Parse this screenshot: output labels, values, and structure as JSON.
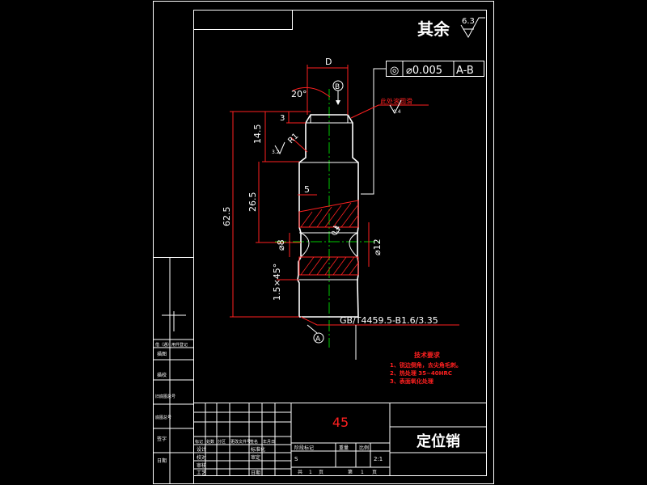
{
  "roughness": {
    "label": "其余",
    "value": "6.3"
  },
  "tolerance": {
    "symbol": "◎",
    "value": "⌀0.005",
    "datum": "A-B"
  },
  "datums": {
    "b": "B",
    "a": "A"
  },
  "dims": {
    "d": "D",
    "angle": "20°",
    "d3": "3",
    "d145": "14.5",
    "r1": "R1",
    "rough_r1": "3.2",
    "d265": "26.5",
    "d625": "62.5",
    "d5": "5",
    "phi8": "⌀8",
    "phi12": "⌀12",
    "chamfer": "1.5×45°",
    "angle_rough": "0.4",
    "top_rough": "0.4",
    "note_grind": "此处滚圆滑",
    "standard": "GB/T4459.5-B1.6/3.35"
  },
  "tech": {
    "title": "技术要求",
    "items": [
      "1、锐边倒角，去尖角毛刺。",
      "2、热处理 35~40HRC",
      "3、表面氧化处理"
    ]
  },
  "title_block": {
    "material": "45",
    "part_name": "定位销",
    "change_row": [
      "标记",
      "处数",
      "分区",
      "更改文件号",
      "签名",
      "年月日"
    ],
    "role_rows": [
      [
        "设计",
        "",
        "标准化",
        "",
        ""
      ],
      [
        "校对",
        "",
        "",
        "审定",
        ""
      ],
      [
        "审核",
        "",
        "",
        "",
        ""
      ],
      [
        "工艺",
        "",
        "",
        "日期",
        ""
      ]
    ],
    "stage_header": [
      "阶段标记",
      "重量",
      "比例"
    ],
    "scale": "2:1",
    "stage_value": "S",
    "sheet": [
      "共",
      "1",
      "页",
      "第",
      "1",
      "页"
    ]
  },
  "side_block": {
    "labels": [
      "借（通）用件登记",
      "描图",
      "描校",
      "旧底图总号",
      "底图总号",
      "签字",
      "日期"
    ]
  }
}
